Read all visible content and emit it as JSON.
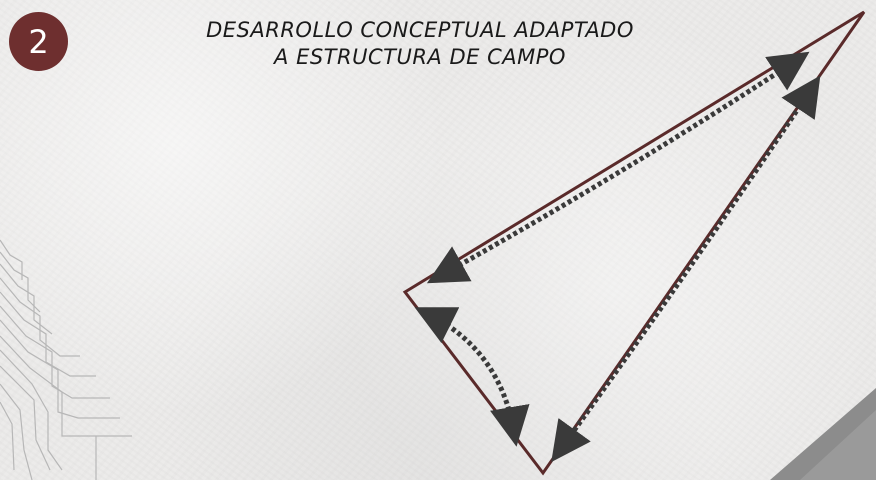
{
  "badge": {
    "number": "2",
    "color": "#6e2f2f"
  },
  "title": {
    "line1": "DESARROLLO CONCEPTUAL ADAPTADO",
    "line2": "A ESTRUCTURA DE CAMPO"
  },
  "colors": {
    "background": "#ecebea",
    "triangle_stroke": "#5a2a2a",
    "arrow_dotted": "#3a3a3a",
    "decor_lines": "#b7b7b7",
    "corner_shape": "#8c8c8c"
  },
  "icons": {
    "arrow": "double-headed-dotted-arrow",
    "decoration": "circuit-lines",
    "corner": "grey-triangle"
  }
}
